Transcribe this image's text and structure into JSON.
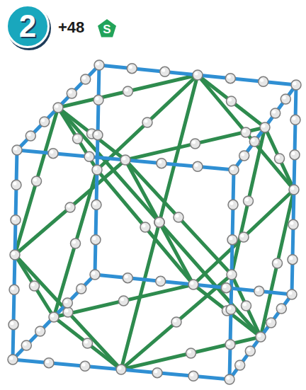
{
  "diagram": {
    "nodes": [
      {
        "text": [
          "2"
        ]
      },
      {
        "text": [
          "S"
        ]
      }
    ],
    "labels": [
      "+48"
    ]
  }
}
